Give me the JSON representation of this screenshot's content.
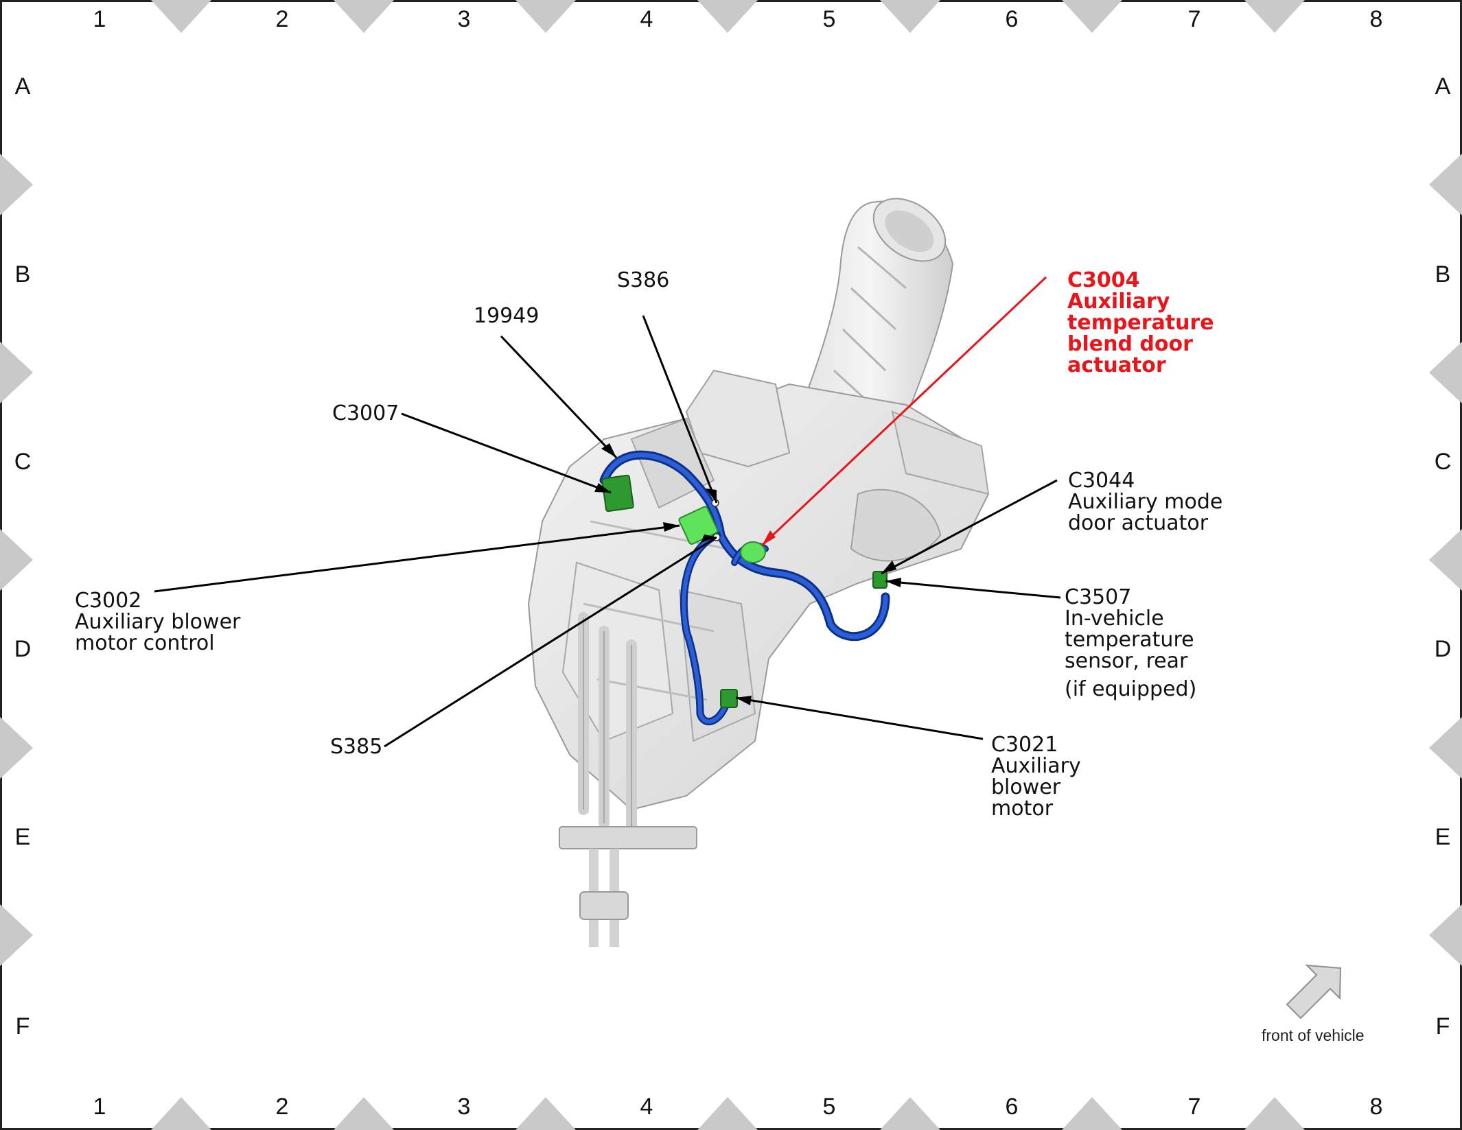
{
  "grid": {
    "columns": [
      "1",
      "2",
      "3",
      "4",
      "5",
      "6",
      "7",
      "8"
    ],
    "rows": [
      "A",
      "B",
      "C",
      "D",
      "E",
      "F"
    ]
  },
  "callouts": {
    "s386": {
      "lines": [
        "S386"
      ]
    },
    "c19949": {
      "lines": [
        "19949"
      ]
    },
    "c3007": {
      "lines": [
        "C3007"
      ]
    },
    "c3004": {
      "lines": [
        "C3004",
        "Auxiliary",
        "temperature",
        "blend door",
        "actuator"
      ]
    },
    "c3044": {
      "lines": [
        "C3044",
        "Auxiliary mode",
        "door actuator"
      ]
    },
    "c3002": {
      "lines": [
        "C3002",
        "Auxiliary blower",
        "motor control"
      ]
    },
    "c3507": {
      "lines": [
        "C3507",
        "In-vehicle",
        "temperature",
        "sensor, rear",
        "(if equipped)"
      ]
    },
    "s385": {
      "lines": [
        "S385"
      ]
    },
    "c3021": {
      "lines": [
        "C3021",
        "Auxiliary",
        "blower",
        "motor"
      ]
    }
  },
  "orientation": {
    "label": "front of vehicle"
  },
  "colors": {
    "highlight": "#e8161b",
    "harness": "#1c4fc4",
    "connector_light": "#5fe35a",
    "connector_dark": "#2d9a2f",
    "frame_marker": "#c9c9c9"
  }
}
